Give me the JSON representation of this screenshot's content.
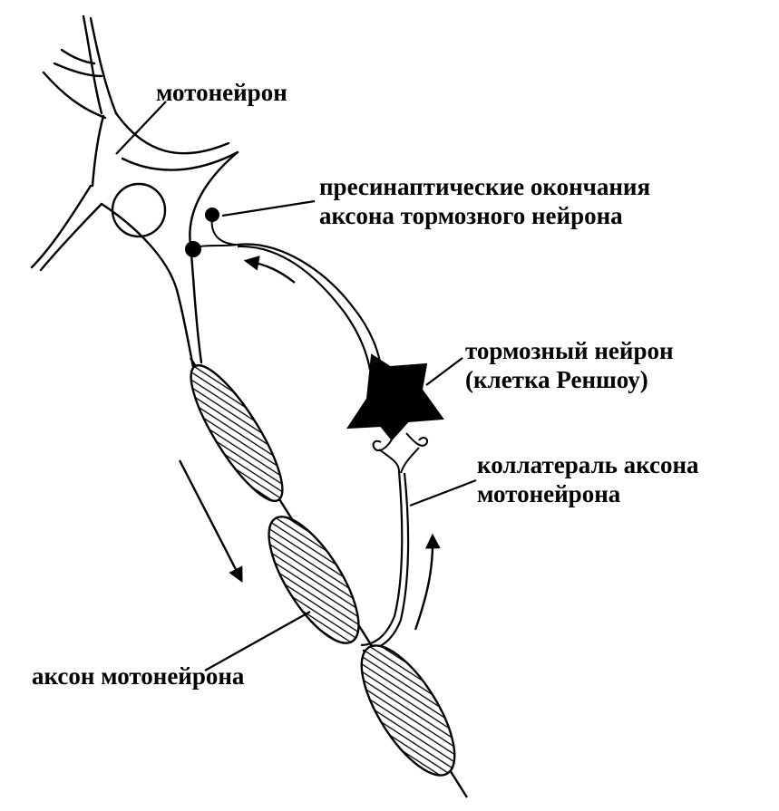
{
  "labels": {
    "motoneuron": "мотонейрон",
    "presynaptic_line1": "пресинаптические окончания",
    "presynaptic_line2": "аксона тормозного нейрона",
    "inhibitory_line1": "тормозный нейрон",
    "inhibitory_line2": "(клетка Реншоу)",
    "collateral_line1": "коллатераль аксона",
    "collateral_line2": "мотонейрона",
    "axon": "аксон мотонейрона"
  },
  "colors": {
    "ink": "#000000",
    "background": "#ffffff"
  }
}
